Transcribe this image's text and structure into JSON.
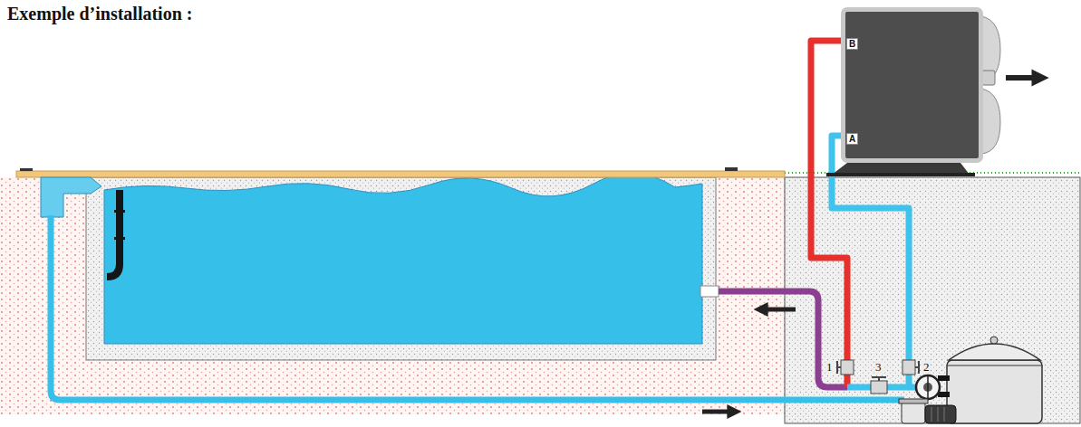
{
  "diagram": {
    "title": "Exemple d’installation :",
    "nodes": [
      {
        "text": [
          "B",
          "A"
        ]
      }
    ],
    "labels": [
      "1",
      "3",
      "2"
    ]
  }
}
